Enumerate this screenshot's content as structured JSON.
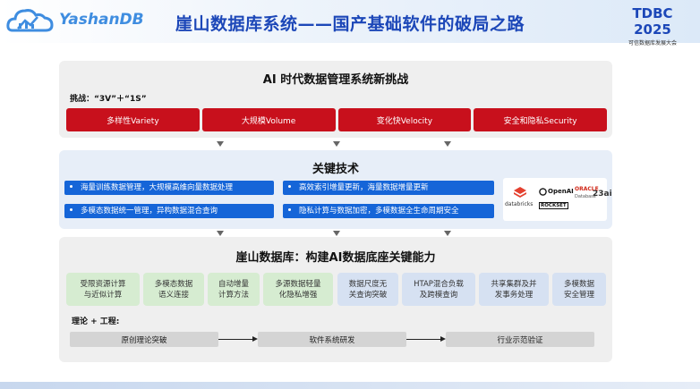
{
  "header": {
    "logo_text": "YashanDB",
    "title": "崖山数据库系统——国产基础软件的破局之路",
    "tdbc_title": "TDBC 2025",
    "tdbc_subtitle": "可信数据库发展大会"
  },
  "section_challenges": {
    "title": "AI 时代数据管理系统新挑战",
    "challenge_label": "挑战：“3V”＋“1S”",
    "items": [
      "多样性Variety",
      "大规模Volume",
      "变化快Velocity",
      "安全和隐私Security"
    ]
  },
  "section_key_tech": {
    "title": "关键技术",
    "bullets": [
      "海量训练数据管理，大规模高维向量数据处理",
      "高效索引增量更新，海量数据增量更新",
      "多模态数据统一管理，异构数据混合查询",
      "隐私计算与数据加密，多模数据全生命周期安全"
    ],
    "logos": [
      "databricks",
      "OpenAI",
      "ROCKSET",
      "ORACLE",
      "Database",
      "23ai"
    ]
  },
  "section_yashandb": {
    "title": "崖山数据库：构建AI数据底座关键能力",
    "capabilities": [
      {
        "text": "受限资源计算\n与近似计算",
        "tone": "green"
      },
      {
        "text": "多模态数据\n语义连接",
        "tone": "green"
      },
      {
        "text": "自动增量\n计算方法",
        "tone": "green"
      },
      {
        "text": "多源数据轻量\n化隐私增强",
        "tone": "green"
      },
      {
        "text": "数据尺度无\n关查询突破",
        "tone": "blue"
      },
      {
        "text": "HTAP混合负载\n及跨模查询",
        "tone": "blue"
      },
      {
        "text": "共享集群及并\n发事务处理",
        "tone": "blue"
      },
      {
        "text": "多模数据\n安全管理",
        "tone": "blue"
      }
    ],
    "theory_label": "理论 + 工程:",
    "stages": [
      "原创理论突破",
      "软件系统研发",
      "行业示范验证"
    ]
  },
  "colors": {
    "title_blue": "#1c47b8",
    "challenge_red": "#c8101c",
    "bullet_blue": "#1565d8",
    "capability_green": "#d6ecd1",
    "capability_blue": "#d6e1f2"
  }
}
